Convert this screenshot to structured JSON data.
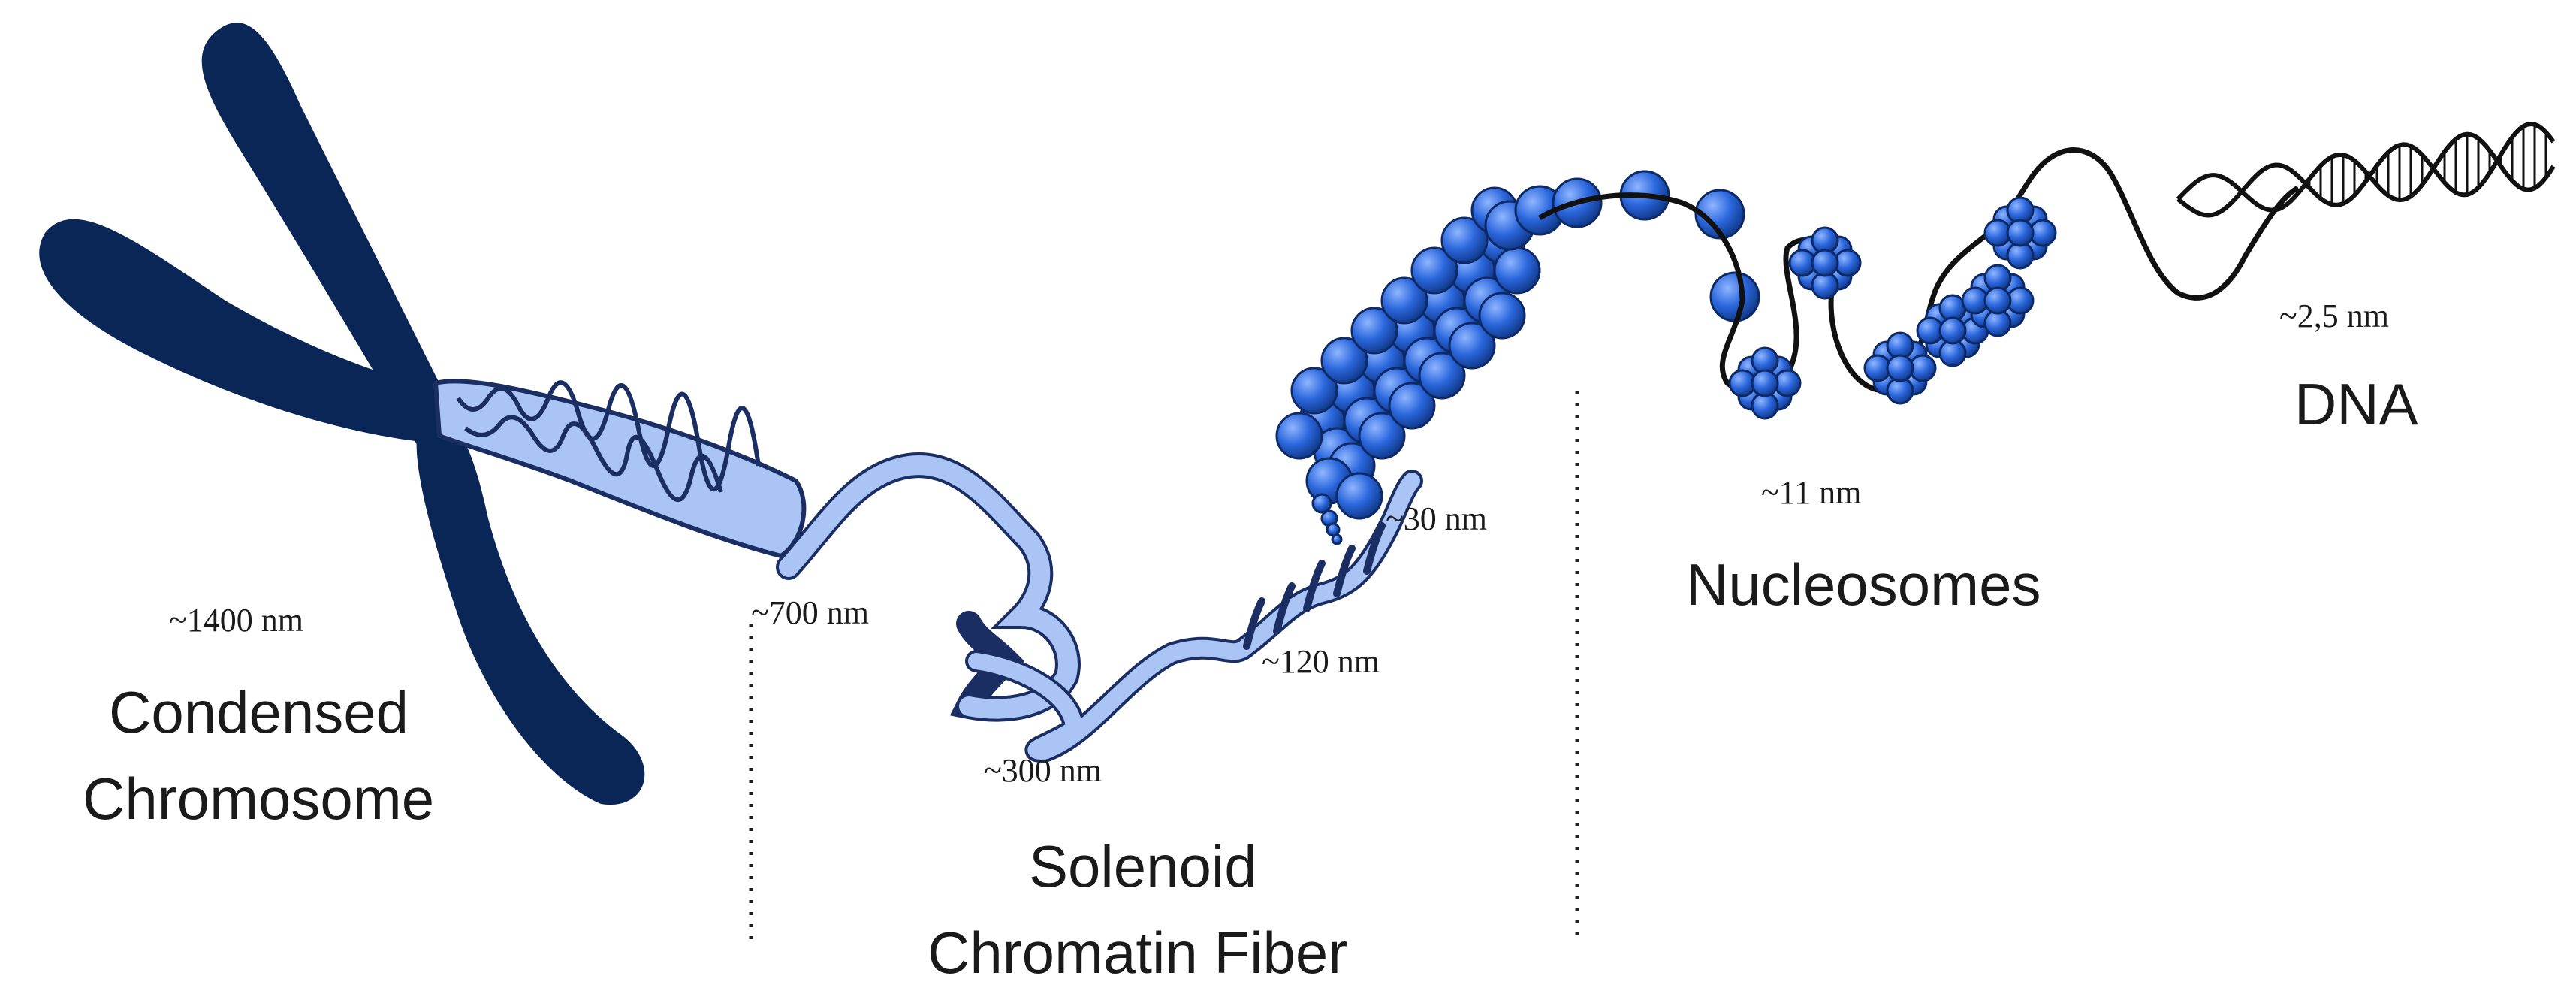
{
  "diagram": {
    "stages": [
      {
        "id": "condensed-chromosome",
        "name_lines": [
          "Condensed",
          "Chromosome"
        ],
        "size": "~1400 nm"
      },
      {
        "id": "solenoid",
        "name_lines": [
          "Solenoid",
          "Chromatin Fiber"
        ],
        "sizes": [
          "~700 nm",
          "~300 nm",
          "~120 nm",
          "~30 nm"
        ]
      },
      {
        "id": "nucleosomes",
        "name_lines": [
          "Nucleosomes"
        ],
        "size": "~11 nm"
      },
      {
        "id": "dna",
        "name_lines": [
          "DNA"
        ],
        "size": "~2,5 nm"
      }
    ]
  },
  "colors": {
    "chromosome": "#0a2656",
    "fiber_light": "#a9c4f5",
    "fiber_outline": "#1a2e63",
    "nucleosome": "#2a66dc",
    "nucleosome_light": "#6fa0f4",
    "strand": "#111111"
  }
}
